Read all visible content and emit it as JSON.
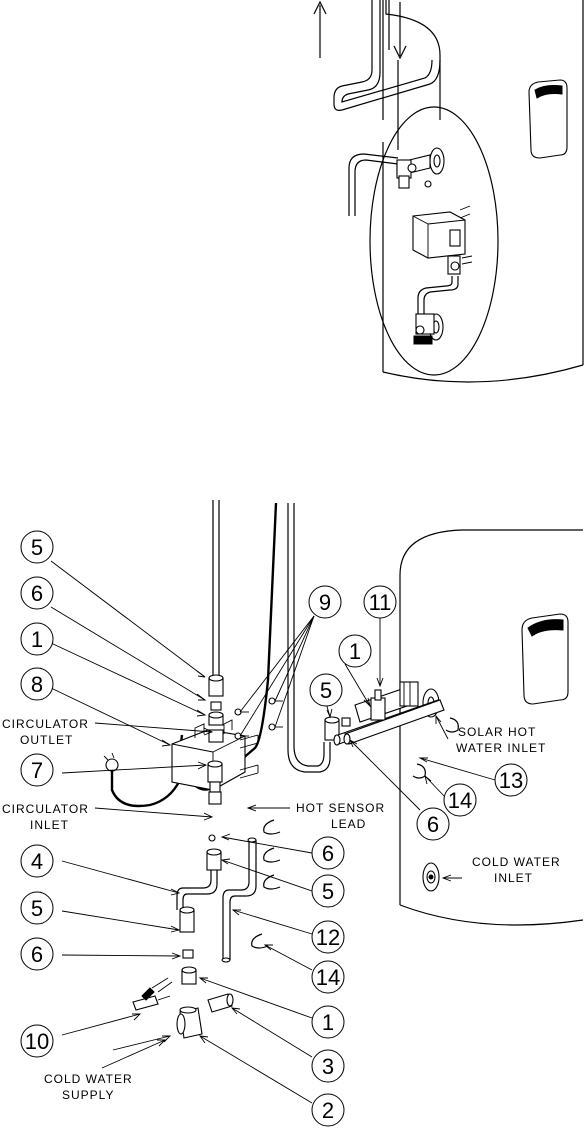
{
  "callouts": [
    {
      "id": "c5a",
      "text": "5"
    },
    {
      "id": "c6a",
      "text": "6"
    },
    {
      "id": "c1a",
      "text": "1"
    },
    {
      "id": "c8",
      "text": "8"
    },
    {
      "id": "c7",
      "text": "7"
    },
    {
      "id": "c4",
      "text": "4"
    },
    {
      "id": "c5b",
      "text": "5"
    },
    {
      "id": "c6b",
      "text": "6"
    },
    {
      "id": "c10",
      "text": "10"
    },
    {
      "id": "c9",
      "text": "9"
    },
    {
      "id": "c11",
      "text": "11"
    },
    {
      "id": "c1b",
      "text": "1"
    },
    {
      "id": "c5c",
      "text": "5"
    },
    {
      "id": "c13",
      "text": "13"
    },
    {
      "id": "c14a",
      "text": "14"
    },
    {
      "id": "c6c",
      "text": "6"
    },
    {
      "id": "c6d",
      "text": "6"
    },
    {
      "id": "c5d",
      "text": "5"
    },
    {
      "id": "c12",
      "text": "12"
    },
    {
      "id": "c14b",
      "text": "14"
    },
    {
      "id": "c1c",
      "text": "1"
    },
    {
      "id": "c3",
      "text": "3"
    },
    {
      "id": "c2",
      "text": "2"
    }
  ],
  "labels": {
    "circulator_outlet": [
      "CIRCULATOR",
      "OUTLET"
    ],
    "circulator_inlet": [
      "CIRCULATOR",
      "INLET"
    ],
    "hot_sensor_lead": [
      "HOT SENSOR",
      "LEAD"
    ],
    "solar_hot_water_inlet": [
      "SOLAR HOT",
      "WATER INLET"
    ],
    "cold_water_inlet": [
      "COLD WATER",
      "INLET"
    ],
    "cold_water_supply": [
      "COLD WATER",
      "SUPPLY"
    ]
  }
}
